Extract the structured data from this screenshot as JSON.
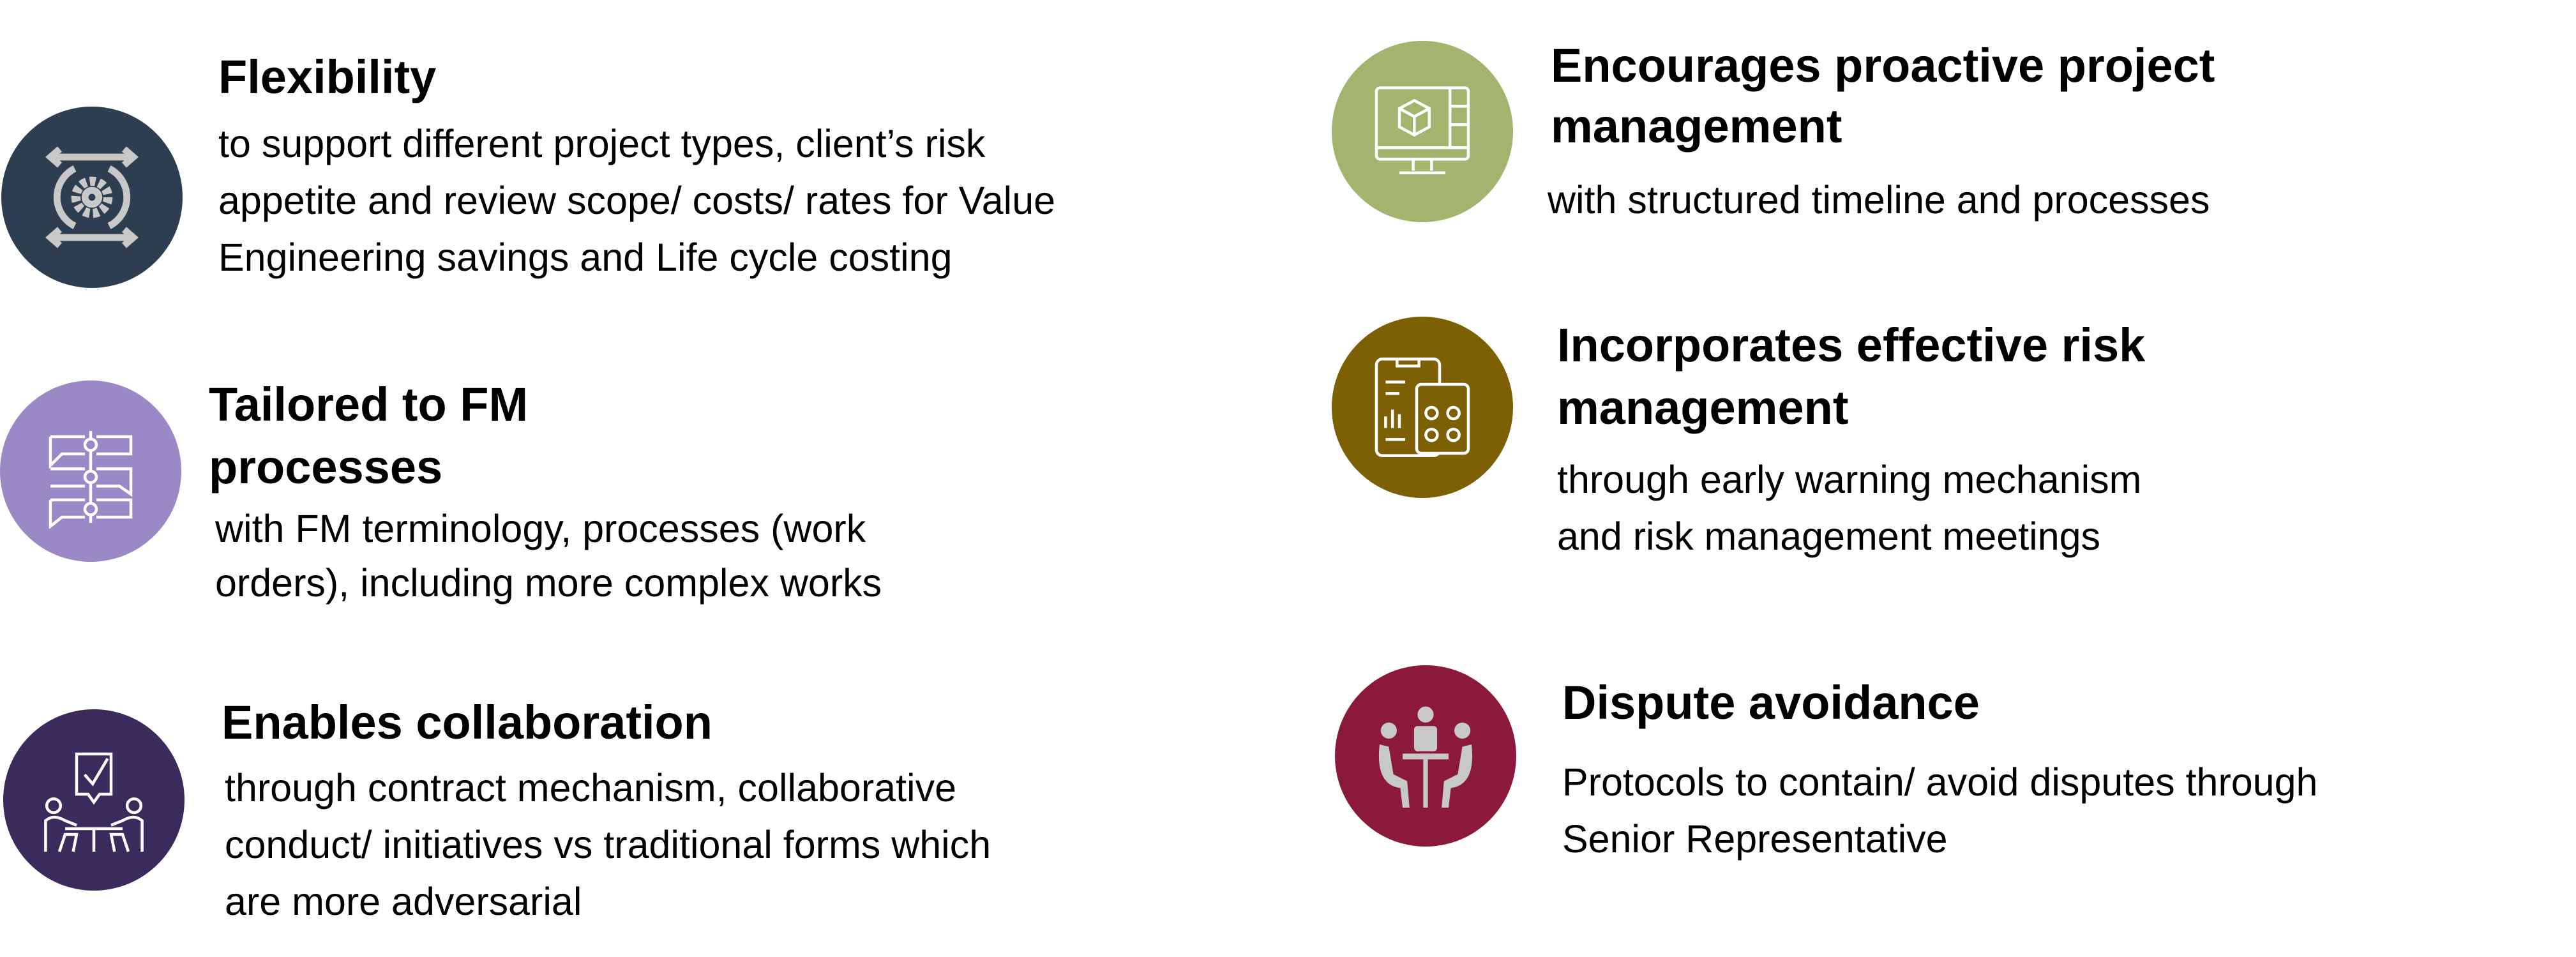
{
  "items": [
    {
      "title": [
        "Flexibility"
      ],
      "body": [
        "to support different project types, client’s risk",
        "appetite and review scope/ costs/ rates for Value",
        "Engineering savings and Life cycle costing"
      ],
      "icon": "gear-cycle-icon",
      "color": "#2d3e50"
    },
    {
      "title": [
        "Tailored to FM",
        "processes"
      ],
      "body": [
        "with FM terminology, processes (work",
        "orders), including more complex works"
      ],
      "icon": "process-flow-icon",
      "color": "#9b88c6"
    },
    {
      "title": [
        "Enables collaboration"
      ],
      "body": [
        "through contract mechanism, collaborative",
        "conduct/ initiatives vs traditional forms which",
        "are more adversarial"
      ],
      "icon": "meeting-icon",
      "color": "#3b2a5c"
    },
    {
      "title": [
        "Encourages proactive project",
        "management"
      ],
      "body": [
        "with structured timeline and processes"
      ],
      "icon": "monitor-cube-icon",
      "color": "#a2b46e"
    },
    {
      "title": [
        "Incorporates effective risk",
        "management"
      ],
      "body": [
        "through early warning mechanism",
        "and risk management meetings"
      ],
      "icon": "dashboard-devices-icon",
      "color": "#7d5f04"
    },
    {
      "title": [
        "Dispute avoidance"
      ],
      "body": [
        "Protocols to contain/ avoid disputes through",
        "Senior Representative"
      ],
      "icon": "people-table-icon",
      "color": "#8b1a3a"
    }
  ]
}
